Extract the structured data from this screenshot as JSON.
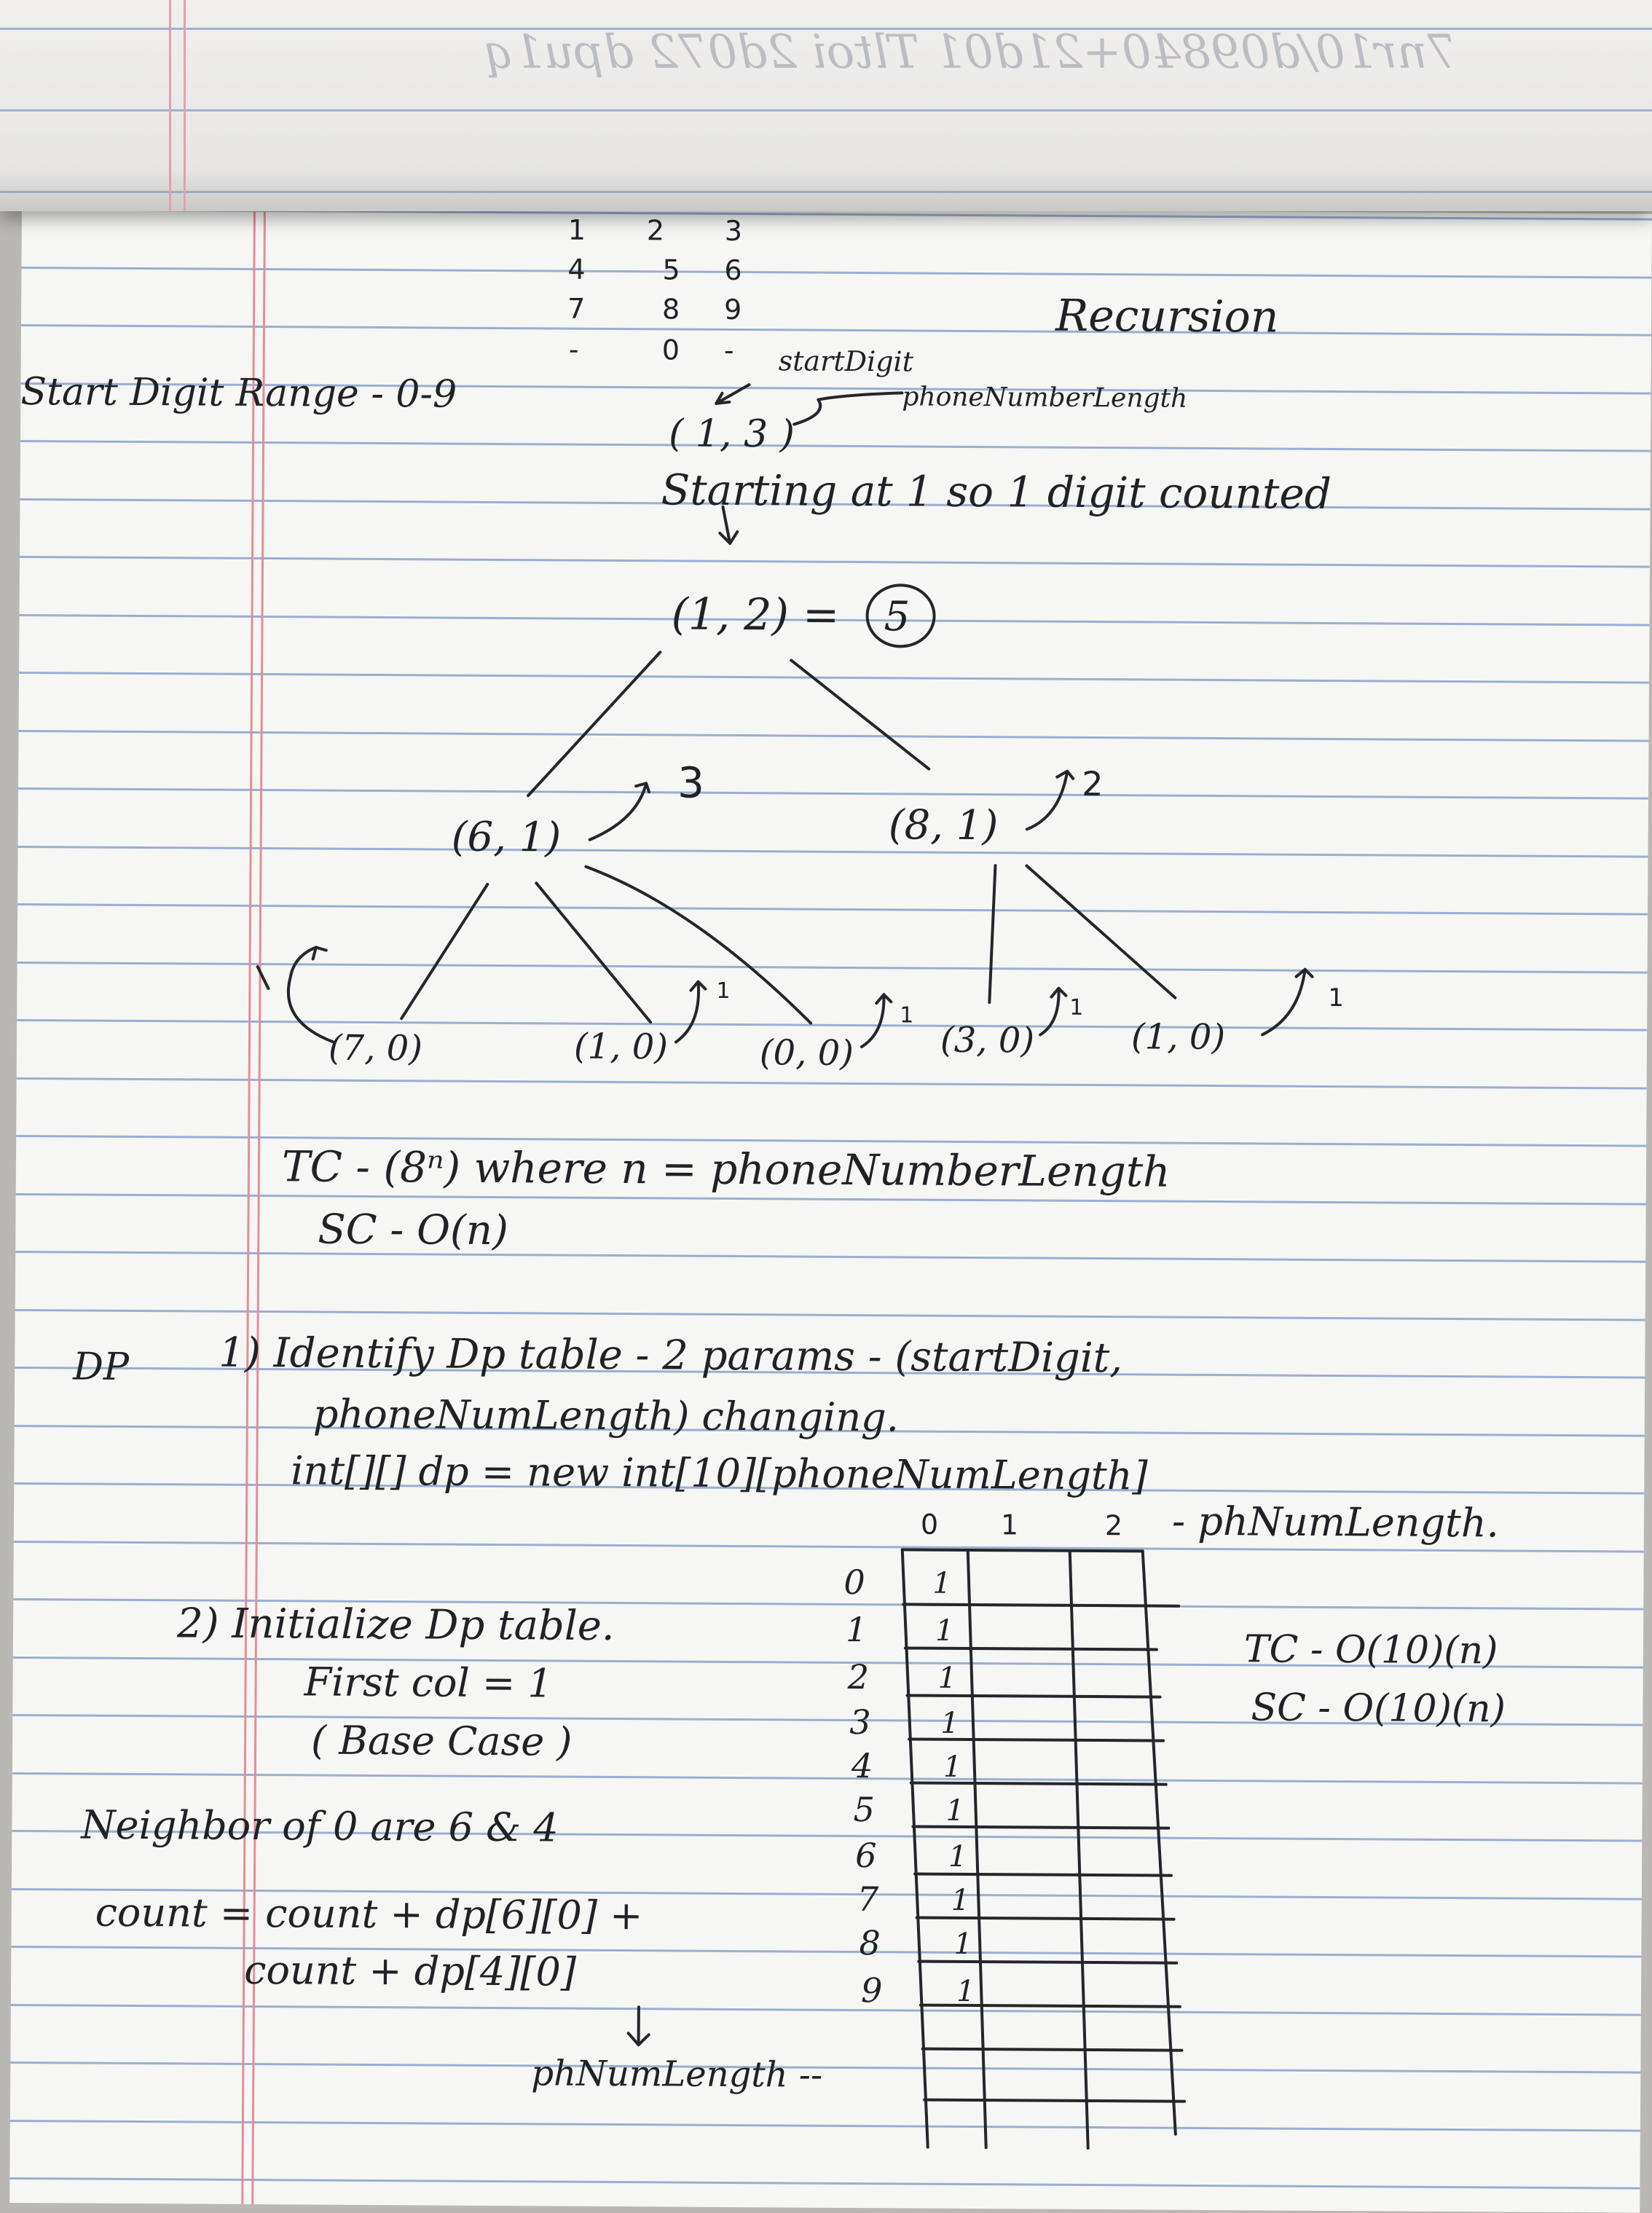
{
  "previous_page": {
    "mirrored_text": "7nr10/d09840+21d01 Tltoi 2d072 dpu1q"
  },
  "keypad": {
    "rows": [
      [
        "1",
        "2",
        "3"
      ],
      [
        "4",
        "5",
        "6"
      ],
      [
        "7",
        "8",
        "9"
      ],
      [
        "-",
        "0",
        "-"
      ]
    ]
  },
  "recursion_section": {
    "heading": "Recursion",
    "start_digit_range": "Start Digit Range - 0-9",
    "start_digit_label": "startDigit",
    "phone_length_label": "phoneNumberLength",
    "root_call": "( 1, 3 )",
    "starting_note": "Starting at 1 so 1 digit counted",
    "level1": {
      "call": "(1, 2) =",
      "result": "5"
    },
    "level2": [
      {
        "call": "(6, 1)",
        "result": "3"
      },
      {
        "call": "(8, 1)",
        "result": "2"
      }
    ],
    "leaves": [
      {
        "call": "(7, 0)",
        "result": ""
      },
      {
        "call": "(1, 0)",
        "result": "1"
      },
      {
        "call": "(0, 0)",
        "result": "1"
      },
      {
        "call": "(3, 0)",
        "result": "1"
      },
      {
        "call": "(1, 0)",
        "result": "1"
      }
    ],
    "time_complexity": "TC - (8ⁿ)   where   n = phoneNumberLength",
    "space_complexity": "SC - O(n)"
  },
  "dp_section": {
    "label": "DP",
    "step1": {
      "line1": "1) Identify Dp table - 2 params - (startDigit,",
      "line2": "phoneNumLength) changing.",
      "line3": "int[][] dp = new int[10][phoneNumLength]"
    },
    "step2": {
      "line1": "2) Initialize Dp table.",
      "line2": "First col = 1",
      "line3": "( Base Case )"
    },
    "neighbor_note": "Neighbor of 0 are 6 & 4",
    "count_line1": "count = count + dp[6][0] +",
    "count_line2": "count + dp[4][0]",
    "arrow_label": "phNumLength --",
    "table": {
      "col_headers": [
        "0",
        "1",
        "2"
      ],
      "col_axis_label": "- phNumLength.",
      "row_labels": [
        "0",
        "1",
        "2",
        "3",
        "4",
        "5",
        "6",
        "7",
        "8",
        "9"
      ],
      "first_col": [
        "1",
        "1",
        "1",
        "1",
        "1",
        "1",
        "1",
        "1",
        "1",
        "1"
      ]
    },
    "complexity": {
      "tc": "TC - O(10)(n)",
      "sc": "SC - O(10)(n)"
    }
  }
}
